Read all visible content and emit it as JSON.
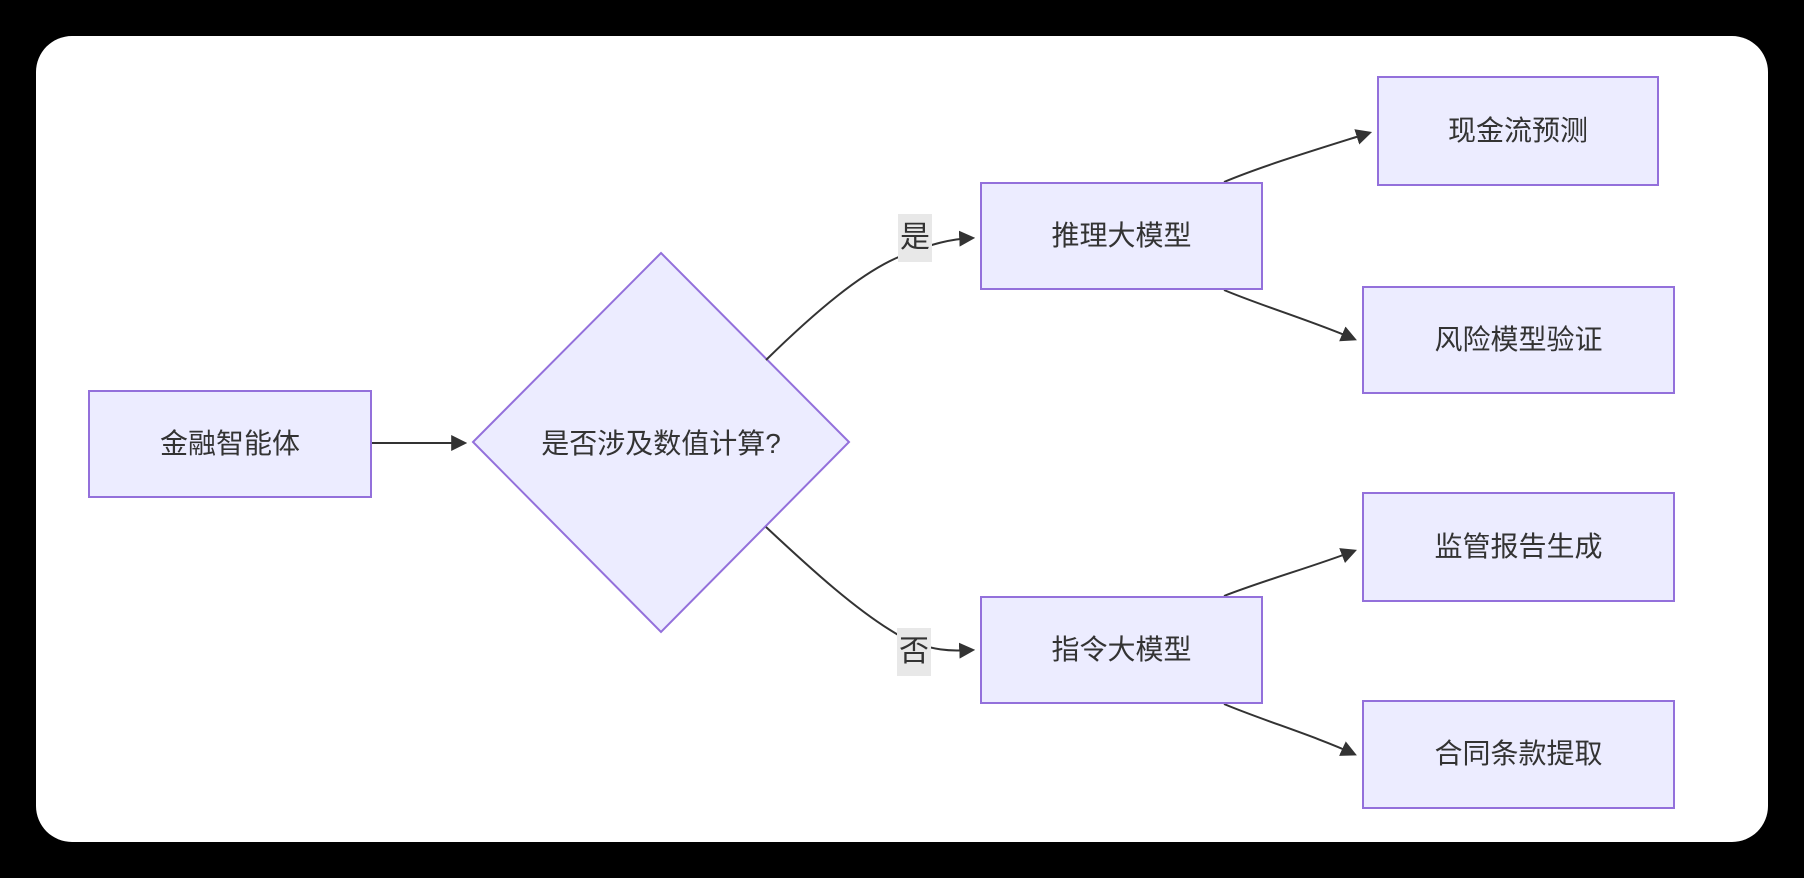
{
  "diagram": {
    "type": "flowchart",
    "direction": "left-to-right",
    "nodes": {
      "start": {
        "label": "金融智能体",
        "shape": "rectangle"
      },
      "decision": {
        "label": "是否涉及数值计算?",
        "shape": "diamond"
      },
      "reasoning": {
        "label": "推理大模型",
        "shape": "rectangle"
      },
      "cashflow": {
        "label": "现金流预测",
        "shape": "rectangle"
      },
      "risk": {
        "label": "风险模型验证",
        "shape": "rectangle"
      },
      "instruct": {
        "label": "指令大模型",
        "shape": "rectangle"
      },
      "regulatory": {
        "label": "监管报告生成",
        "shape": "rectangle"
      },
      "contract": {
        "label": "合同条款提取",
        "shape": "rectangle"
      }
    },
    "edges": [
      {
        "from": "start",
        "to": "decision",
        "label": ""
      },
      {
        "from": "decision",
        "to": "reasoning",
        "label": "是"
      },
      {
        "from": "reasoning",
        "to": "cashflow",
        "label": ""
      },
      {
        "from": "reasoning",
        "to": "risk",
        "label": ""
      },
      {
        "from": "decision",
        "to": "instruct",
        "label": "否"
      },
      {
        "from": "instruct",
        "to": "regulatory",
        "label": ""
      },
      {
        "from": "instruct",
        "to": "contract",
        "label": ""
      }
    ]
  },
  "colors": {
    "page-bg": "#000000",
    "panel-bg": "#ffffff",
    "node-fill": "#ECECFF",
    "node-border": "#9370DB",
    "edge-stroke": "#333333",
    "edge-label-bg": "#e8e8e8",
    "text": "#333333"
  }
}
